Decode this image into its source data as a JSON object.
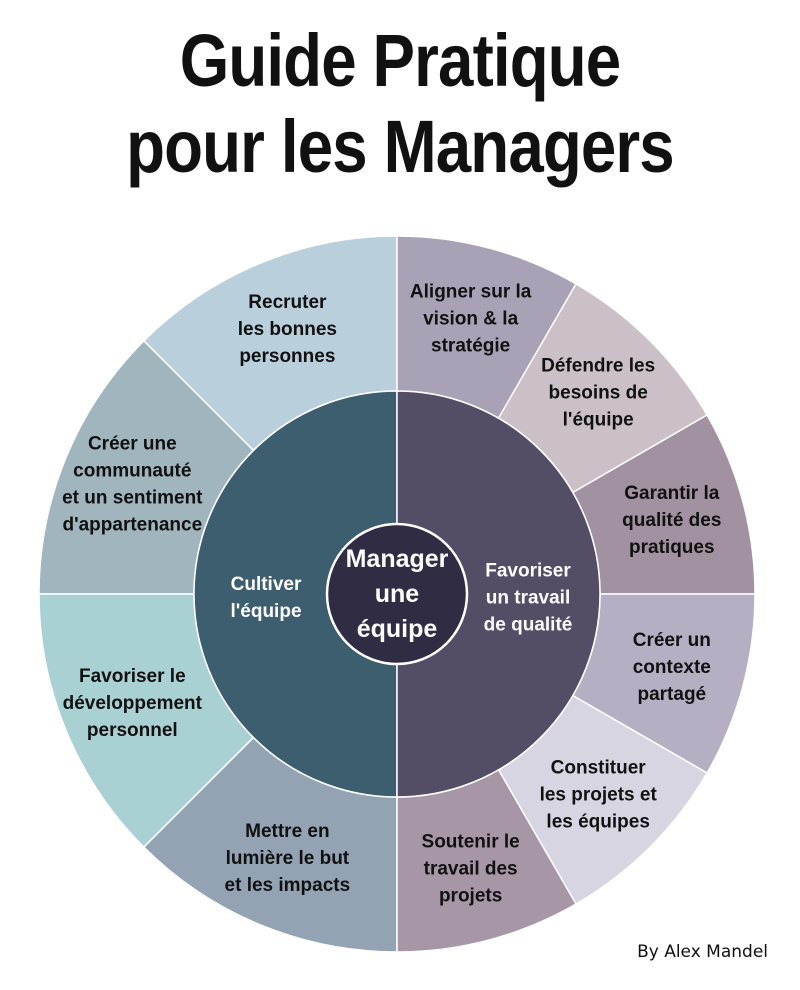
{
  "title": {
    "line1": "Guide Pratique",
    "line2": "pour les Managers"
  },
  "center": {
    "lines": [
      "Manager",
      "une",
      "équipe"
    ],
    "color": "#2f2c44"
  },
  "halves": {
    "left": {
      "lines": [
        "Cultiver",
        "l'équipe"
      ],
      "color": "#3d5e6f"
    },
    "right": {
      "lines": [
        "Favoriser",
        "un travail",
        "de qualité"
      ],
      "color": "#544d66"
    }
  },
  "left_segments": [
    {
      "lines": [
        "Recruter",
        "les bonnes",
        "personnes"
      ],
      "color": "#b9cfdc"
    },
    {
      "lines": [
        "Créer une",
        "communauté",
        "et un sentiment",
        "d'appartenance"
      ],
      "color": "#a0b5bd"
    },
    {
      "lines": [
        "Favoriser le",
        "développement",
        "personnel"
      ],
      "color": "#a9d0d3"
    },
    {
      "lines": [
        "Mettre en",
        "lumière le but",
        "et les impacts"
      ],
      "color": "#93a3b4"
    }
  ],
  "right_segments": [
    {
      "lines": [
        "Aligner sur la",
        "vision & la",
        "stratégie"
      ],
      "color": "#a9a2b6"
    },
    {
      "lines": [
        "Défendre les",
        "besoins de",
        "l'équipe"
      ],
      "color": "#cbc0c8"
    },
    {
      "lines": [
        "Garantir la",
        "qualité des",
        "pratiques"
      ],
      "color": "#a291a0"
    },
    {
      "lines": [
        "Créer un",
        "contexte",
        "partagé"
      ],
      "color": "#b5afc3"
    },
    {
      "lines": [
        "Constituer",
        "les projets et",
        "les équipes"
      ],
      "color": "#d8d5e2"
    },
    {
      "lines": [
        "Soutenir le",
        "travail des",
        "projets"
      ],
      "color": "#a696a6"
    }
  ],
  "credit": "By Alex Mandel"
}
